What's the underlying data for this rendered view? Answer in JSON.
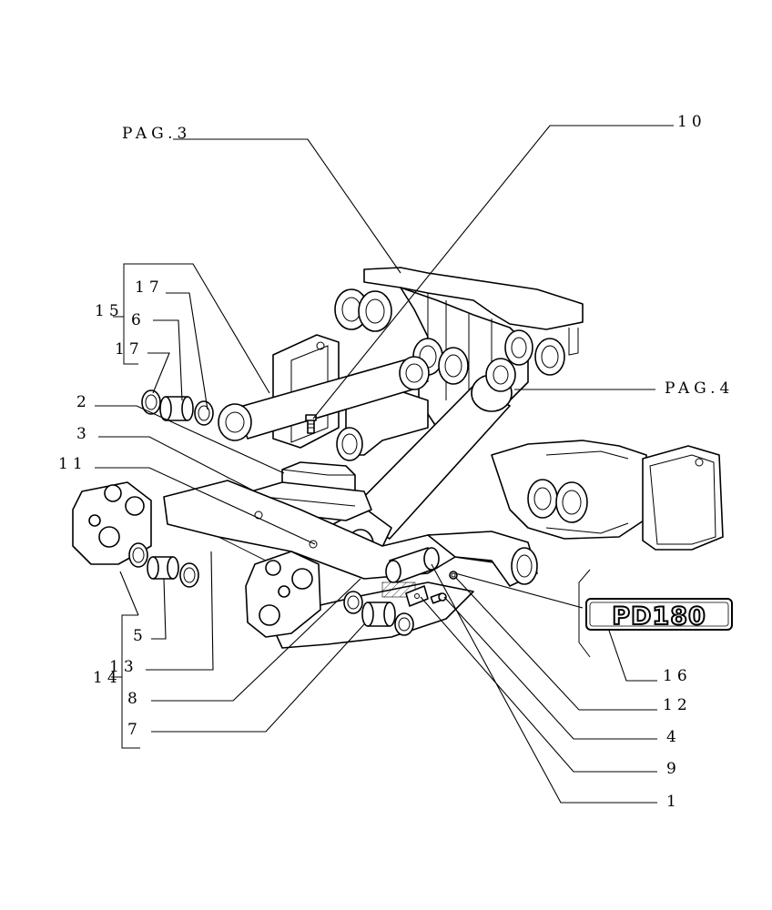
{
  "references": {
    "page3": "PAG.3",
    "page4": "PAG.4"
  },
  "callouts": [
    {
      "id": "c1",
      "text": "1"
    },
    {
      "id": "c2",
      "text": "2"
    },
    {
      "id": "c3",
      "text": "3"
    },
    {
      "id": "c4",
      "text": "4"
    },
    {
      "id": "c5",
      "text": "5"
    },
    {
      "id": "c6",
      "text": "6"
    },
    {
      "id": "c7",
      "text": "7"
    },
    {
      "id": "c8",
      "text": "8"
    },
    {
      "id": "c9",
      "text": "9"
    },
    {
      "id": "c10",
      "text": "10"
    },
    {
      "id": "c11",
      "text": "11"
    },
    {
      "id": "c12",
      "text": "12"
    },
    {
      "id": "c13",
      "text": "13"
    },
    {
      "id": "c14",
      "text": "14"
    },
    {
      "id": "c15",
      "text": "15"
    },
    {
      "id": "c16",
      "text": "16"
    },
    {
      "id": "c17a",
      "text": "17"
    },
    {
      "id": "c17b",
      "text": "17"
    }
  ],
  "badge": {
    "text": "PD180"
  }
}
